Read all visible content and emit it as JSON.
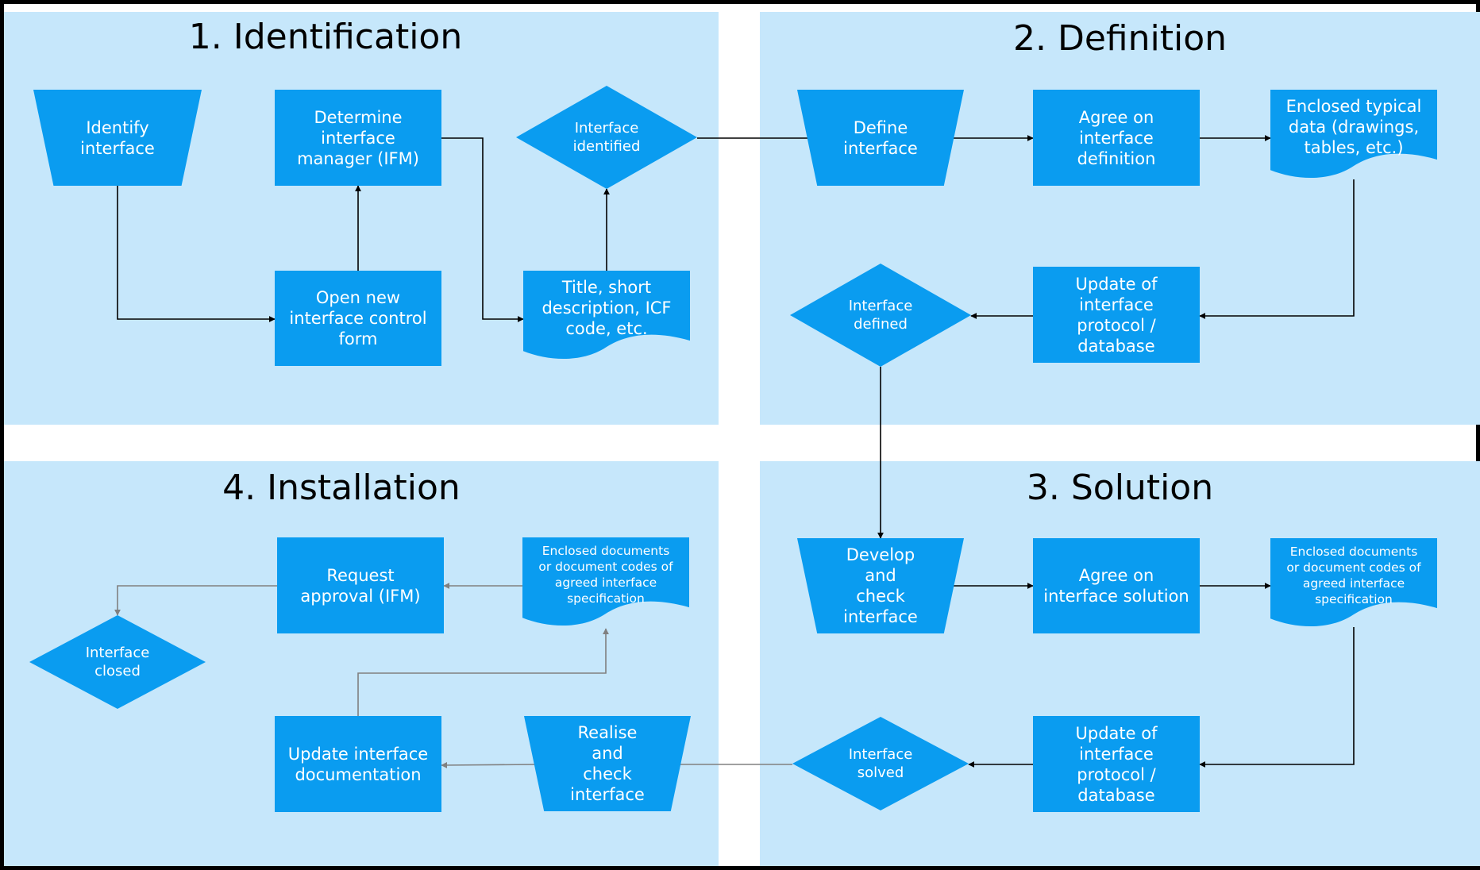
{
  "colors": {
    "panel_background": "#c6e7fb",
    "shape_fill": "#0a9cf0",
    "shape_text": "#ffffff",
    "arrow_dark": "#000000",
    "arrow_gray": "#808080"
  },
  "panels": {
    "identification": {
      "title": "1. Identification"
    },
    "definition": {
      "title": "2. Definition"
    },
    "solution": {
      "title": "3. Solution"
    },
    "installation": {
      "title": "4. Installation"
    }
  },
  "nodes": {
    "identify_interface": {
      "shape": "manual-operation",
      "label": "Identify\ninterface"
    },
    "determine_ifm": {
      "shape": "process",
      "label": "Determine\ninterface\nmanager (IFM)"
    },
    "interface_identified": {
      "shape": "decision",
      "label": "Interface\nidentified"
    },
    "open_icf": {
      "shape": "process",
      "label": "Open new\ninterface control\nform"
    },
    "title_short_desc": {
      "shape": "document",
      "label": "Title, short\ndescription, ICF\ncode, etc."
    },
    "define_interface": {
      "shape": "manual-operation",
      "label": "Define\ninterface"
    },
    "agree_definition": {
      "shape": "process",
      "label": "Agree on\ninterface\ndefinition"
    },
    "enclosed_typical_data": {
      "shape": "document",
      "label": "Enclosed typical\ndata (drawings,\ntables, etc.)"
    },
    "interface_defined": {
      "shape": "decision",
      "label": "Interface\ndefined"
    },
    "update_protocol_def": {
      "shape": "process",
      "label": "Update of\ninterface\nprotocol /\ndatabase"
    },
    "develop_check": {
      "shape": "manual-operation",
      "label": "Develop\nand\ncheck\ninterface"
    },
    "agree_solution": {
      "shape": "process",
      "label": "Agree on\ninterface solution"
    },
    "enclosed_docs_solution": {
      "shape": "document",
      "label": "Enclosed documents\nor document codes of\nagreed interface\nspecification"
    },
    "interface_solved": {
      "shape": "decision",
      "label": "Interface\nsolved"
    },
    "update_protocol_sol": {
      "shape": "process",
      "label": "Update of\ninterface\nprotocol /\ndatabase"
    },
    "request_approval": {
      "shape": "process",
      "label": "Request\napproval (IFM)"
    },
    "enclosed_docs_install": {
      "shape": "document",
      "label": "Enclosed documents\nor document codes of\nagreed interface\nspecification"
    },
    "interface_closed": {
      "shape": "decision",
      "label": "Interface\nclosed"
    },
    "update_documentation": {
      "shape": "process",
      "label": "Update interface\ndocumentation"
    },
    "realise_check": {
      "shape": "manual-operation",
      "label": "Realise\nand\ncheck\ninterface"
    }
  },
  "edges": [
    {
      "from": "identify_interface",
      "to": "open_icf",
      "color": "dark"
    },
    {
      "from": "open_icf",
      "to": "determine_ifm",
      "color": "dark"
    },
    {
      "from": "determine_ifm",
      "to": "title_short_desc",
      "color": "dark"
    },
    {
      "from": "title_short_desc",
      "to": "interface_identified",
      "color": "dark"
    },
    {
      "from": "interface_identified",
      "to": "define_interface",
      "color": "dark"
    },
    {
      "from": "define_interface",
      "to": "agree_definition",
      "color": "dark"
    },
    {
      "from": "agree_definition",
      "to": "enclosed_typical_data",
      "color": "dark"
    },
    {
      "from": "enclosed_typical_data",
      "to": "update_protocol_def",
      "color": "dark"
    },
    {
      "from": "update_protocol_def",
      "to": "interface_defined",
      "color": "dark"
    },
    {
      "from": "interface_defined",
      "to": "develop_check",
      "color": "dark"
    },
    {
      "from": "develop_check",
      "to": "agree_solution",
      "color": "dark"
    },
    {
      "from": "agree_solution",
      "to": "enclosed_docs_solution",
      "color": "dark"
    },
    {
      "from": "enclosed_docs_solution",
      "to": "update_protocol_sol",
      "color": "dark"
    },
    {
      "from": "update_protocol_sol",
      "to": "interface_solved",
      "color": "dark"
    },
    {
      "from": "interface_solved",
      "to": "realise_check",
      "color": "gray"
    },
    {
      "from": "realise_check",
      "to": "update_documentation",
      "color": "gray"
    },
    {
      "from": "update_documentation",
      "to": "enclosed_docs_install",
      "color": "gray"
    },
    {
      "from": "enclosed_docs_install",
      "to": "request_approval",
      "color": "gray"
    },
    {
      "from": "request_approval",
      "to": "interface_closed",
      "color": "gray"
    }
  ]
}
